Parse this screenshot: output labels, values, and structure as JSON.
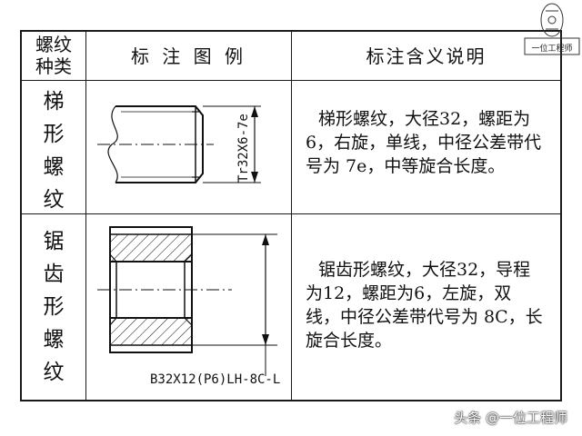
{
  "table": {
    "headers": {
      "type": "螺纹\n种类",
      "example": "标 注 图 例",
      "meaning": "标注含义说明"
    },
    "rows": [
      {
        "type": "梯\n形\n螺\n纹",
        "annotation": "Tr32X6-7e",
        "description": "梯形螺纹，大径32，螺距为6，右旋，单线，中径公差带代号为 7e，中等旋合长度。"
      },
      {
        "type": "锯\n齿\n形\n螺\n纹",
        "annotation": "B32X12(P6)LH-8C-L",
        "description": "锯齿形螺纹，大径32，导程为12，螺距为6，左旋，双线，中径公差带代号为 8C，长旋合长度。"
      }
    ]
  },
  "logo": {
    "label": "一位工程师"
  },
  "watermark": {
    "text": "头条 @一位工程师"
  }
}
